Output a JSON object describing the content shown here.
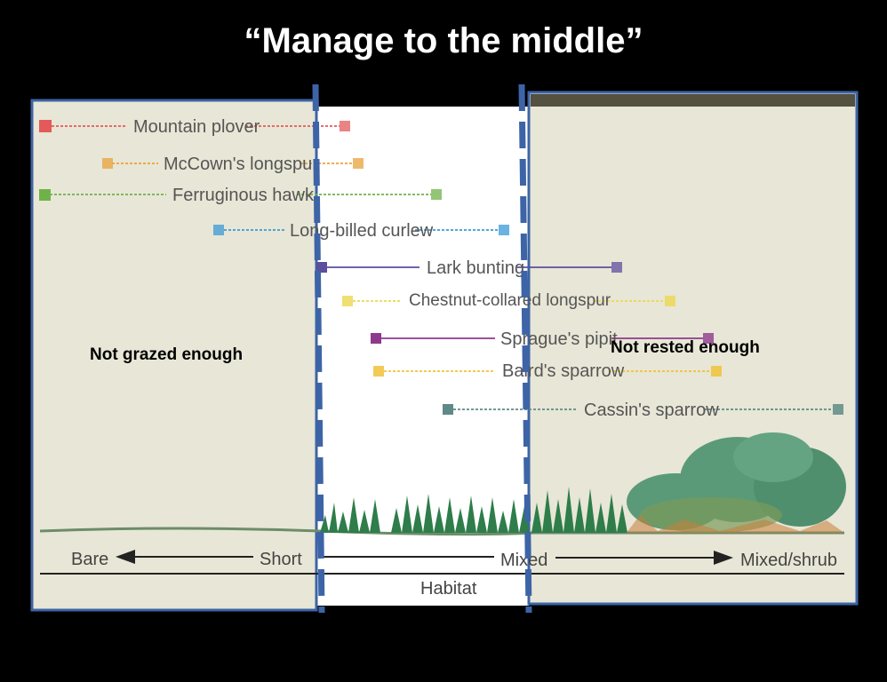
{
  "slide": {
    "title": "“Manage to the middle”",
    "left_panel_label": "Not grazed enough",
    "right_panel_label": "Not rested enough"
  },
  "diagram": {
    "species": [
      {
        "name": "Mountain plover",
        "color": "#e35a5a"
      },
      {
        "name": "McCown's longspur",
        "color": "#e9a23a"
      },
      {
        "name": "Ferruginous hawk",
        "color": "#6fb24a"
      },
      {
        "name": "Long-billed curlew",
        "color": "#3a9ad6"
      },
      {
        "name": "Lark bunting",
        "color": "#5d4e9e"
      },
      {
        "name": "Chestnut-collared longspur",
        "color": "#ecd850"
      },
      {
        "name": "Sprague's pipit",
        "color": "#8d3a8e"
      },
      {
        "name": "Baird's sparrow",
        "color": "#f0c23a"
      },
      {
        "name": "Cassin's sparrow",
        "color": "#5f8a86"
      }
    ],
    "axis": {
      "bare": "Bare",
      "short": "Short",
      "mixed": "Mixed",
      "mixed_shrub": "Mixed/shrub",
      "habitat": "Habitat"
    },
    "colors": {
      "panel_fill": "#e8e6d6",
      "panel_border": "#3d64a6",
      "dashed_line": "#3d64a6",
      "vegetation": "#2e7d4a",
      "shrub": "#5a9a78"
    }
  }
}
